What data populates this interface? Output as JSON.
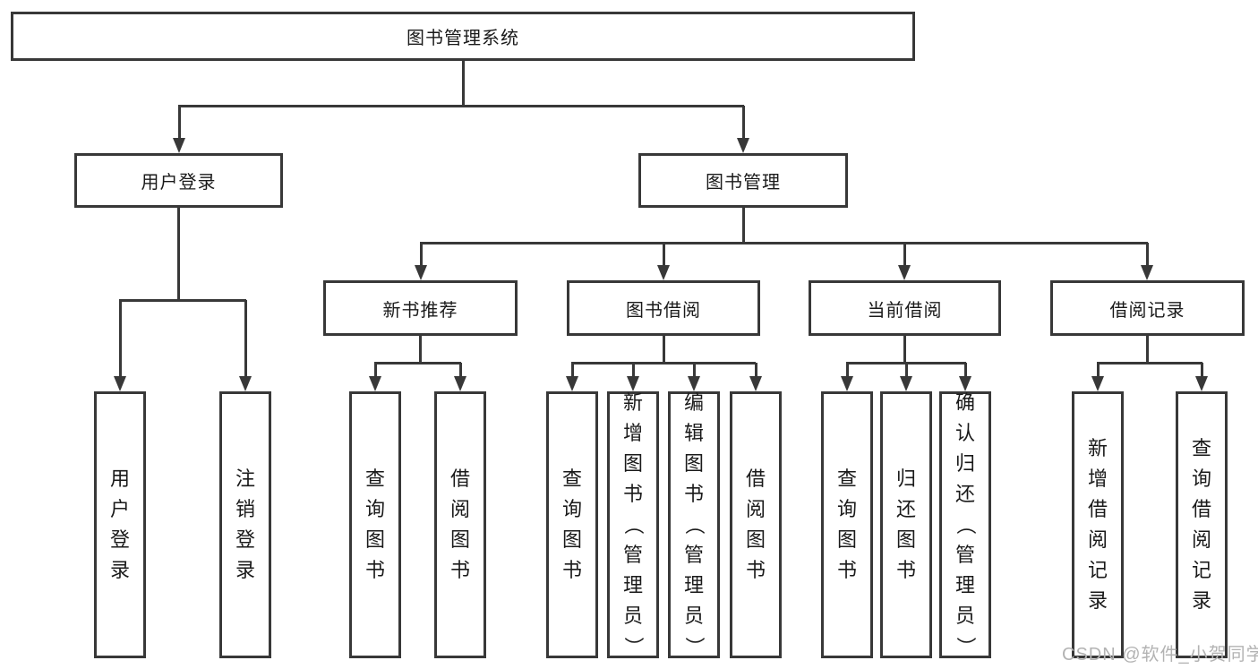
{
  "diagram": {
    "title": "图书管理系统",
    "level2": {
      "user_login": "用户登录",
      "book_mgmt": "图书管理"
    },
    "level3": {
      "new_books": "新书推荐",
      "book_borrow": "图书借阅",
      "current_borrow": "当前借阅",
      "borrow_records": "借阅记录"
    },
    "leaves": {
      "user_login": [
        "用户登录",
        "注销登录"
      ],
      "new_books": [
        "查询图书",
        "借阅图书"
      ],
      "book_borrow": [
        "查询图书",
        "新增图书（管理员）",
        "编辑图书（管理员）",
        "借阅图书"
      ],
      "current_borrow": [
        "查询图书",
        "归还图书",
        "确认归还（管理员）"
      ],
      "borrow_records": [
        "新增借阅记录",
        "查询借阅记录"
      ]
    },
    "watermark": "CSDN @软件_小贺同学",
    "colors": {
      "line": "#383838",
      "text": "#1a1a1a",
      "watermark": "#b3b3b3",
      "background": "#ffffff"
    }
  }
}
